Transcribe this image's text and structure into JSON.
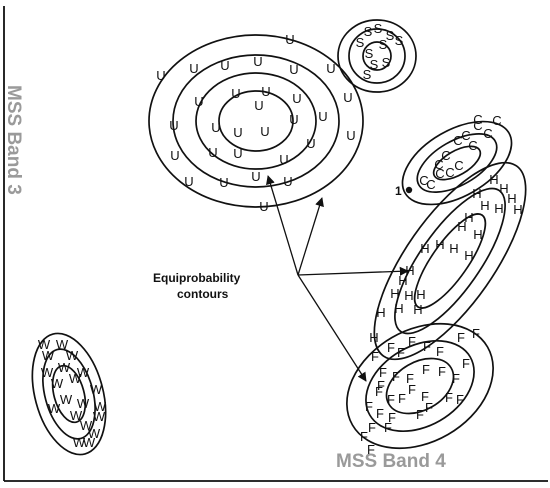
{
  "axes": {
    "y_label": "MSS Band 3",
    "x_label": "MSS Band 4"
  },
  "annotation": {
    "line1": "Equiprobability",
    "line2": "contours",
    "point_label": "1"
  },
  "clusters": [
    {
      "id": "U",
      "label": "U"
    },
    {
      "id": "S",
      "label": "S"
    },
    {
      "id": "C",
      "label": "C"
    },
    {
      "id": "H",
      "label": "H"
    },
    {
      "id": "F",
      "label": "F"
    },
    {
      "id": "W",
      "label": "W"
    }
  ],
  "colors": {
    "ink": "#111111",
    "axis_label": "#9a9a9a",
    "background": "#ffffff"
  }
}
